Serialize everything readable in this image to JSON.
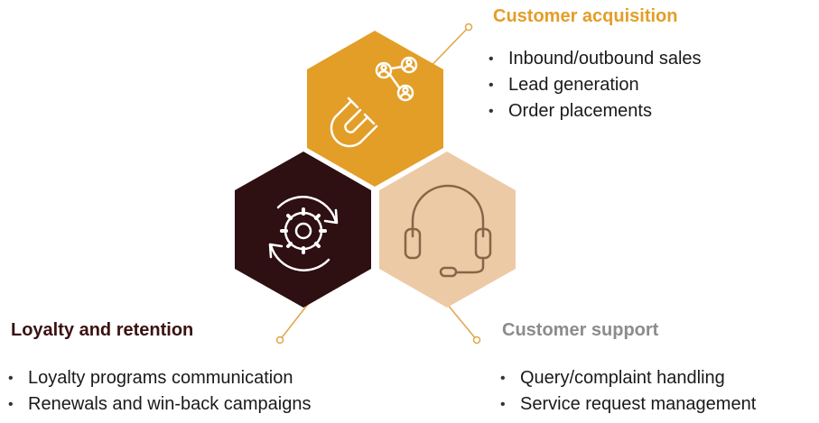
{
  "colors": {
    "acquisition": "#E39E27",
    "loyalty": "#2E0F12",
    "support": "#EDCAA6",
    "connector": "#E0A646",
    "acquisition_title": "#E39E27",
    "loyalty_title": "#3A1212",
    "support_title": "#8C8C8C"
  },
  "segments": {
    "acquisition": {
      "title": "Customer acquisition",
      "icon": "magnet-people-icon",
      "items": [
        "Inbound/outbound sales",
        "Lead generation",
        "Order placements"
      ]
    },
    "loyalty": {
      "title": "Loyalty and retention",
      "icon": "gear-cycle-icon",
      "items": [
        "Loyalty programs communication",
        "Renewals and win-back campaigns"
      ]
    },
    "support": {
      "title": "Customer support",
      "icon": "headset-icon",
      "items": [
        "Query/complaint handling",
        "Service request management"
      ]
    }
  }
}
